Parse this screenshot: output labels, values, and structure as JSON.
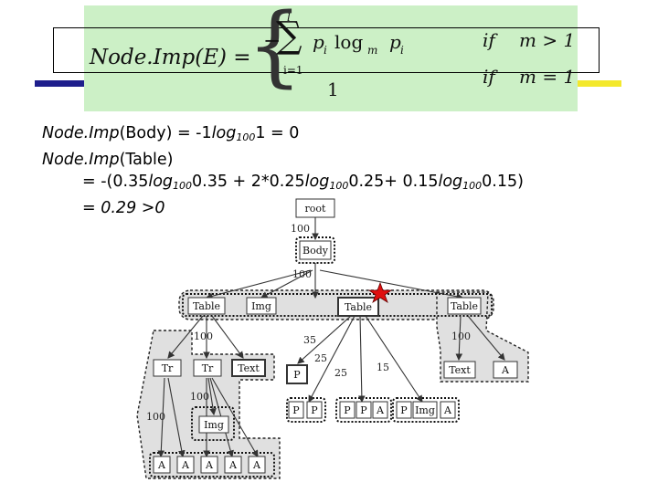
{
  "formula": {
    "lhs": "Node.Imp(E) =",
    "minus": "−",
    "sigma": "∑",
    "sum_top": "l",
    "sum_bottom": "i=1",
    "term": "p",
    "term_sub": "i",
    "log": "log",
    "log_sub": "m",
    "term2": "p",
    "term2_sub": "i",
    "one": "1",
    "cond1_if": "if",
    "cond1": "m > 1",
    "cond2_if": "if",
    "cond2": "m = 1"
  },
  "calc": {
    "l1_name": "Node.Imp",
    "l1_a": "(Body) = -1",
    "l1_log": "log",
    "l1_base": "100",
    "l1_b": "1 = 0",
    "l2_name": "Node.Imp",
    "l2_a": "(Table)",
    "l3_a": "= -(0.35",
    "l3_log1": "log",
    "l3_base1": "100",
    "l3_b": "0.35 + 2*0.25",
    "l3_log2": "log",
    "l3_base2": "100",
    "l3_c": "0.25+ 0.15",
    "l3_log3": "log",
    "l3_base3": "100",
    "l3_d": "0.15)",
    "l4_a": "= ",
    "l4_b": "0.29 >0"
  },
  "tree": {
    "nodes": {
      "root": "root",
      "body": "Body",
      "table_left": "Table",
      "img_top": "Img",
      "table_mid": "Table",
      "table_right": "Table",
      "tr1": "Tr",
      "tr2": "Tr",
      "text_left": "Text",
      "img_left": "Img",
      "p_mid": "P",
      "text_right": "Text",
      "a_right": "A",
      "g1_p1": "P",
      "g1_p2": "P",
      "g2_p1": "P",
      "g2_p2": "P",
      "g2_a": "A",
      "g3_p": "P",
      "g3_img": "Img",
      "g3_a": "A",
      "a1": "A",
      "a2": "A",
      "a3": "A",
      "a4": "A",
      "a5": "A"
    },
    "edges": {
      "root_body": "100",
      "body_table": "100",
      "tablel_tr": "100",
      "tr_img": "100",
      "tr_left": "100",
      "tabler_text": "100",
      "tm_p": "35",
      "tm_g1": "25",
      "tm_g2": "25",
      "tm_g3": "15"
    },
    "star_color": "#e01010"
  },
  "colors": {
    "formula_bg": "#ccf0c6",
    "bar_blue": "#1e1e8c",
    "bar_yellow": "#f3e82c",
    "group_fill": "#e0e0e0"
  }
}
